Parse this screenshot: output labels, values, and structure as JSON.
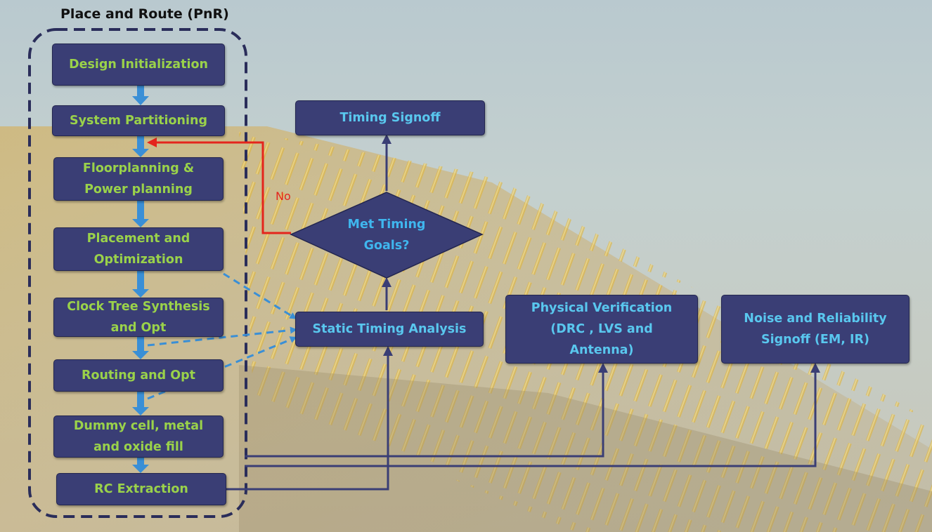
{
  "pnr_group": {
    "title": "Place and Route (PnR)",
    "steps": [
      "Design Initialization",
      "System Partitioning",
      "Floorplanning &\nPower planning",
      "Placement and\nOptimization",
      "Clock Tree Synthesis\nand Opt",
      "Routing and Opt",
      "Dummy cell, metal\nand oxide fill",
      "RC Extraction"
    ]
  },
  "static_timing_analysis": "Static Timing Analysis",
  "decision": "Met Timing\nGoals?",
  "no_label": "No",
  "timing_signoff": "Timing Signoff",
  "physical_verification": "Physical Verification\n(DRC , LVS and\nAntenna)",
  "noise_reliability_signoff": "Noise and Reliability\nSignoff (EM, IR)",
  "colors": {
    "box_fill": "#3a3e75",
    "pnr_text": "#9ad24a",
    "signoff_text": "#59c7ee",
    "flow_arrow": "#3a8fd6",
    "dashed_link": "#3a8fd6",
    "loop_back": "#e4251c",
    "group_border": "#2a2d5a"
  }
}
